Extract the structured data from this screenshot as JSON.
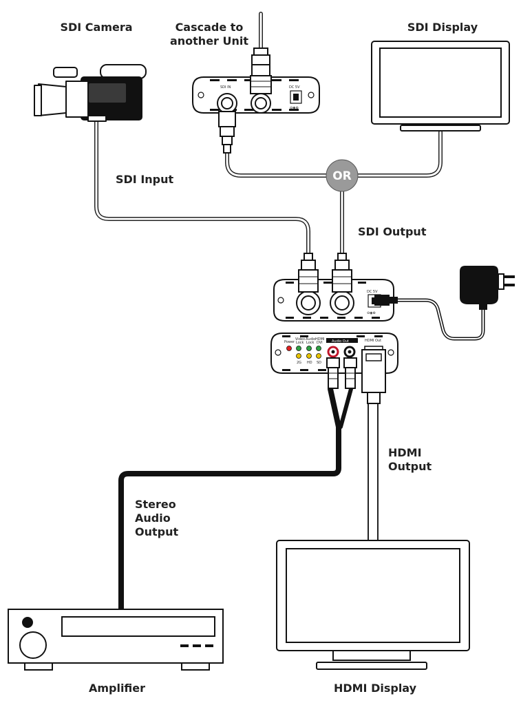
{
  "labels": {
    "sdi_camera": "SDI Camera",
    "cascade": "Cascade to\nanother Unit",
    "sdi_display": "SDI Display",
    "sdi_input": "SDI Input",
    "or": "OR",
    "sdi_output": "SDI Output",
    "hdmi_output": "HDMI\nOutput",
    "stereo_audio_output": "Stereo\nAudio\nOutput",
    "amplifier": "Amplifier",
    "hdmi_display": "HDMI Display"
  },
  "device_text": {
    "sdi_in": "SDI IN",
    "dc_5v_top": "DC 5V",
    "dc_5v_main": "DC 5V",
    "power": "Power",
    "video_lock": "Video\nLock",
    "audio_lock": "Audio\nLock",
    "hdmi_dvi": "HDMI\nDVI",
    "led_2g": "2G",
    "led_hd": "HD",
    "led_sd": "SD",
    "audio_out": "Audio Out",
    "hdmi_out": "HDMI Out"
  }
}
